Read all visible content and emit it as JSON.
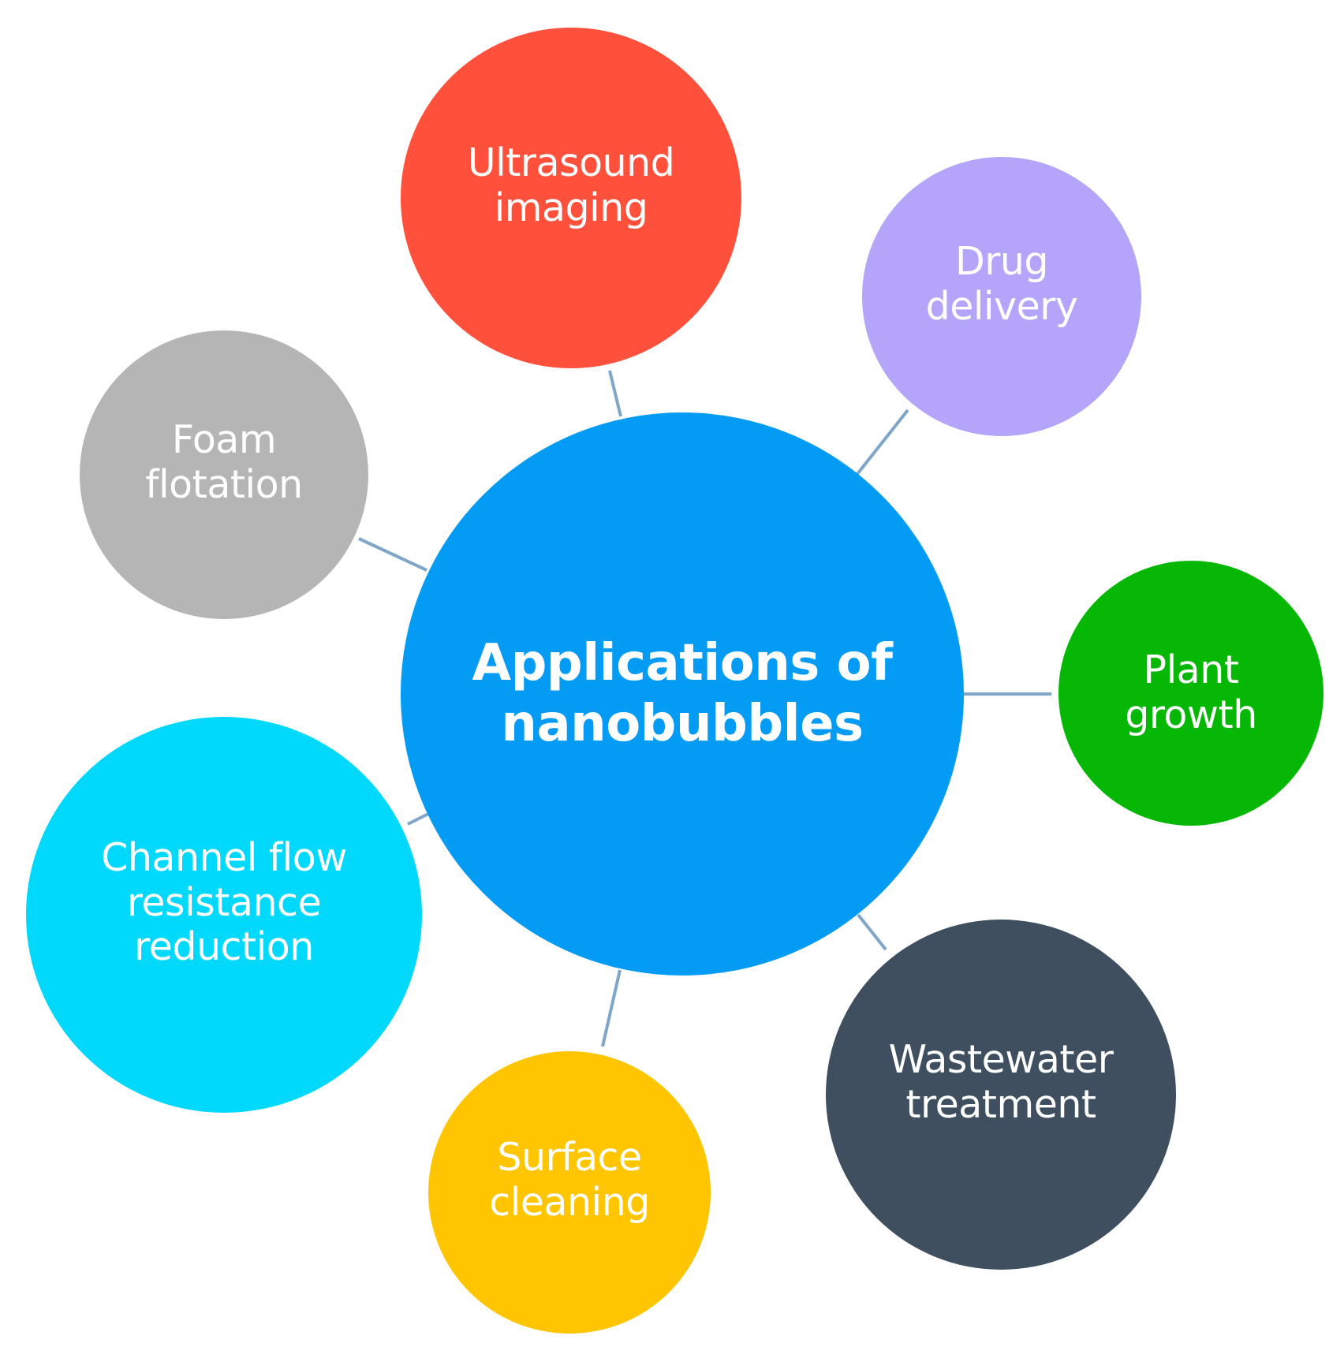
{
  "diagram": {
    "center": {
      "label": "Applications of\nnanobubbles",
      "color": "#039BF4"
    },
    "connector_color": "#7FA6C8",
    "nodes": [
      {
        "id": "ultrasound-imaging",
        "label": "Ultrasound\nimaging",
        "color": "#FF503C"
      },
      {
        "id": "drug-delivery",
        "label": "Drug\ndelivery",
        "color": "#B4A5FA"
      },
      {
        "id": "plant-growth",
        "label": "Plant\ngrowth",
        "color": "#06B805"
      },
      {
        "id": "wastewater-treatment",
        "label": "Wastewater\ntreatment",
        "color": "#3F4F60"
      },
      {
        "id": "surface-cleaning",
        "label": "Surface\ncleaning",
        "color": "#FFC500"
      },
      {
        "id": "channel-flow-resistance-reduction",
        "label": "Channel flow\nresistance\nreduction",
        "color": "#00D8FC"
      },
      {
        "id": "foam-flotation",
        "label": "Foam\nflotation",
        "color": "#B5B5B5"
      }
    ]
  }
}
